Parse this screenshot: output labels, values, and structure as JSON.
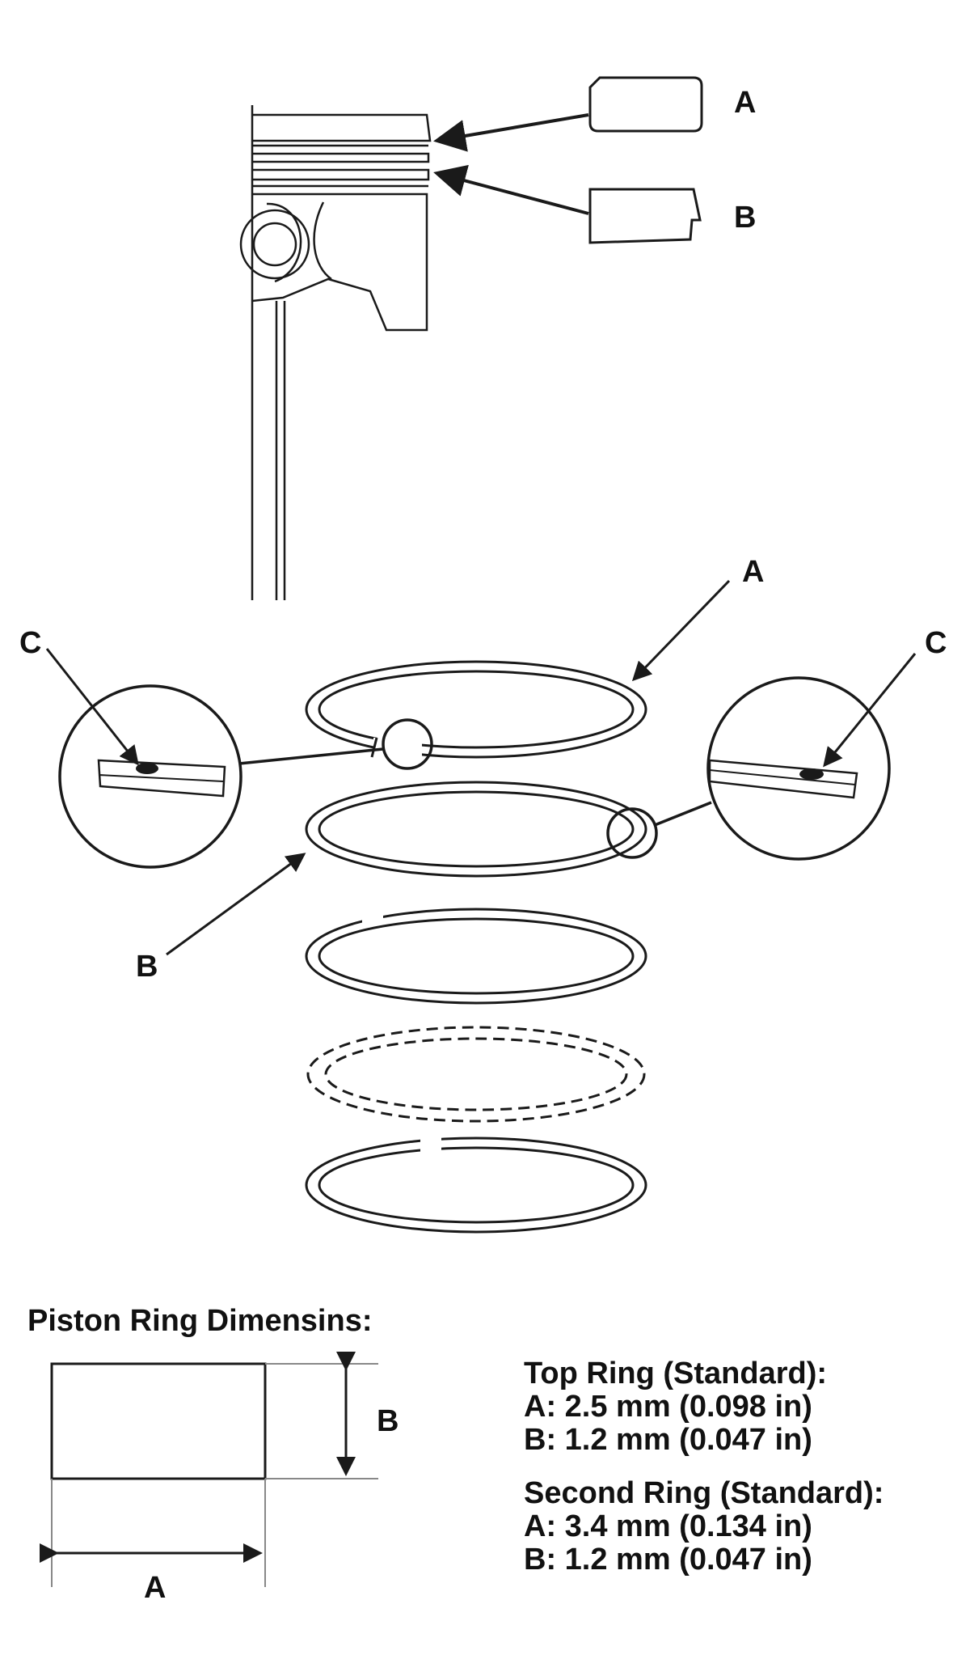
{
  "callouts": {
    "top_a": "A",
    "top_b": "B",
    "ring_a": "A",
    "ring_b": "B",
    "detail_c_left": "C",
    "detail_c_right": "C",
    "dim_a": "A",
    "dim_b": "B"
  },
  "heading": "Piston Ring Dimensins:",
  "specs": {
    "top_ring": {
      "title": "Top Ring (Standard):",
      "a": "A: 2.5 mm (0.098 in)",
      "b": "B: 1.2 mm (0.047 in)"
    },
    "second_ring": {
      "title": "Second Ring (Standard):",
      "a": "A: 3.4 mm (0.134 in)",
      "b": "B: 1.2 mm (0.047 in)"
    }
  },
  "colors": {
    "ink": "#1a1a1a",
    "background": "#ffffff"
  }
}
